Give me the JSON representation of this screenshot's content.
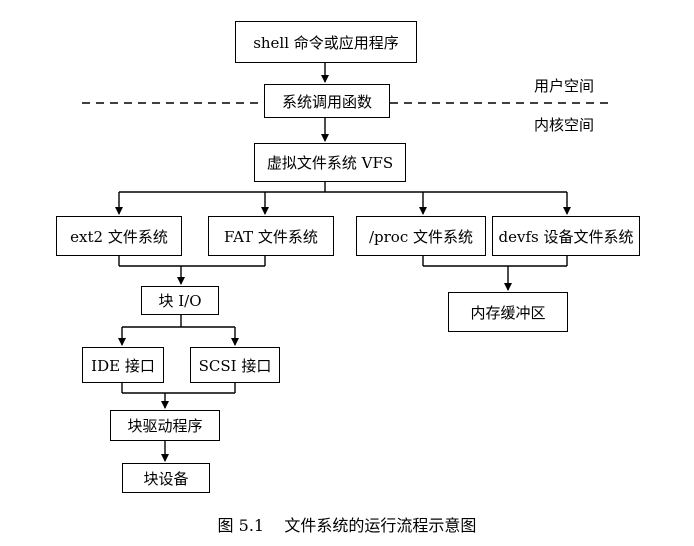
{
  "diagram": {
    "nodes": {
      "app": "shell 命令或应用程序",
      "syscall": "系统调用函数",
      "vfs": "虚拟文件系统 VFS",
      "ext2": "ext2 文件系统",
      "fat": "FAT 文件系统",
      "proc": "/proc 文件系统",
      "devfs": "devfs 设备文件系统",
      "block_io": "块 I/O",
      "ide": "IDE 接口",
      "scsi": "SCSI 接口",
      "buffer": "内存缓冲区",
      "block_driver": "块驱动程序",
      "block_device": "块设备"
    },
    "labels": {
      "user_space": "用户空间",
      "kernel_space": "内核空间"
    },
    "caption": "图 5.1    文件系统的运行流程示意图"
  }
}
